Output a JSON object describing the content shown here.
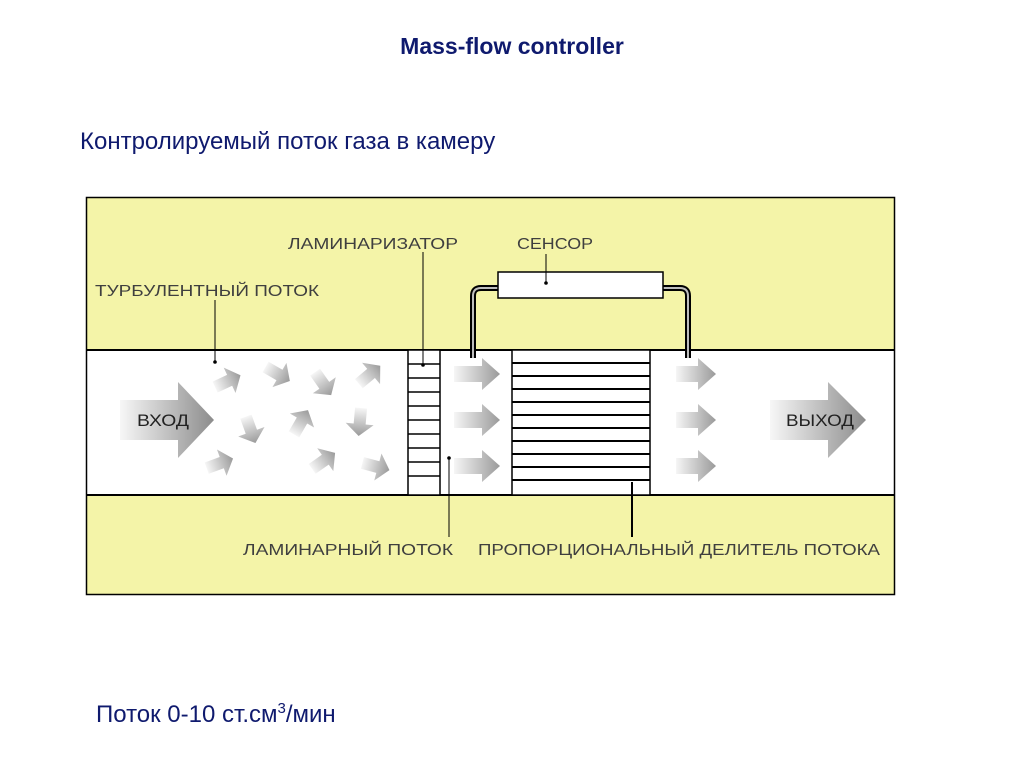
{
  "slide": {
    "title": "Mass-flow controller",
    "subtitle": "Контролируемый поток газа в камеру",
    "footer": {
      "prefix": "Поток 0-10 ст.см",
      "superscript": "3",
      "suffix": "/мин"
    }
  },
  "diagram": {
    "colors": {
      "band": "#f4f4a8",
      "channel": "#ffffff",
      "line": "#000000",
      "arrow_light": "#f6f6f6",
      "arrow_dark": "#9a9a9a",
      "label": "#3f3f3f"
    },
    "labels": {
      "laminarizer": "ЛАМИНАРИЗАТОР",
      "sensor": "СЕНСОР",
      "turbulent_flow": "ТУРБУЛЕНТНЫЙ ПОТОК",
      "inlet": "ВХОД",
      "outlet": "ВЫХОД",
      "laminar_flow": "ЛАМИНАРНЫЙ ПОТОК",
      "proportional_divider": "ПРОПОРЦИОНАЛЬНЫЙ ДЕЛИТЕЛЬ ПОТОКА"
    }
  }
}
